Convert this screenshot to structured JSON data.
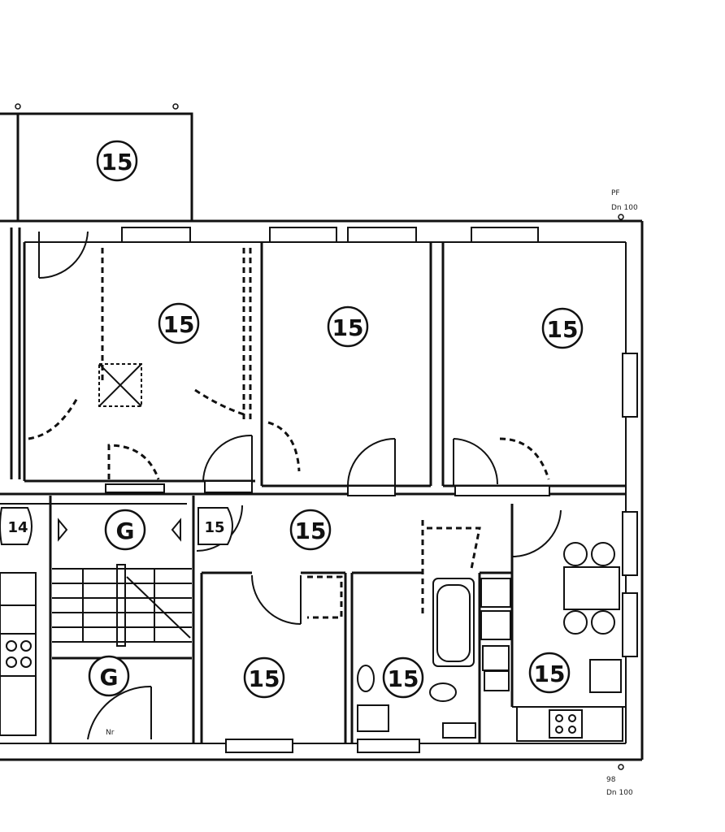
{
  "plan": {
    "room_labels": [
      {
        "id": "balcony",
        "text": "15"
      },
      {
        "id": "room-left",
        "text": "15"
      },
      {
        "id": "room-mid",
        "text": "15"
      },
      {
        "id": "room-right",
        "text": "15"
      },
      {
        "id": "neighbor-hall",
        "text": "14"
      },
      {
        "id": "stair-top",
        "text": "G"
      },
      {
        "id": "entry",
        "text": "15"
      },
      {
        "id": "hall",
        "text": "15"
      },
      {
        "id": "room-bottom",
        "text": "15"
      },
      {
        "id": "bath",
        "text": "15"
      },
      {
        "id": "kitchen",
        "text": "15"
      },
      {
        "id": "stair-bottom",
        "text": "G"
      }
    ],
    "dimension_notes": {
      "top_right_line1": "PF",
      "top_right_line2": "Dn 100",
      "bottom_right_line1": "98",
      "bottom_right_line2": "Dn 100",
      "stair_door": "Nr"
    }
  }
}
